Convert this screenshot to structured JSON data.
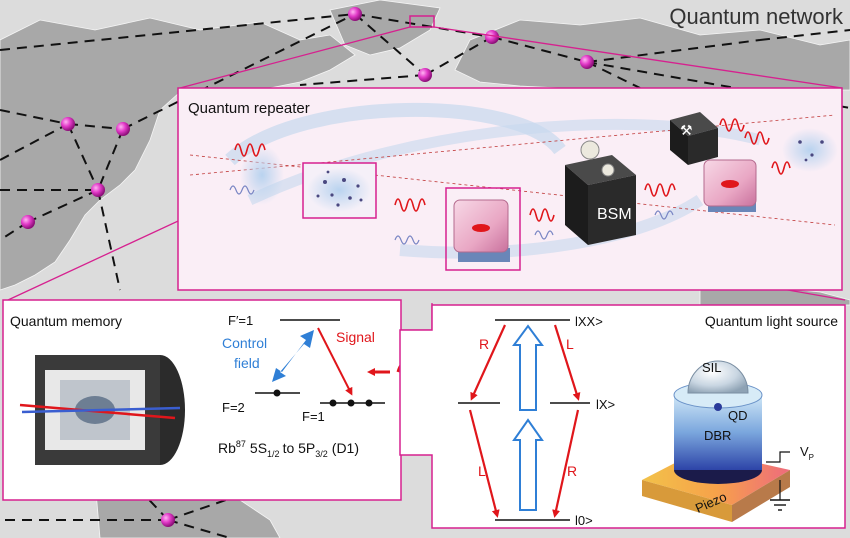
{
  "network": {
    "title": "Quantum network"
  },
  "repeater": {
    "title": "Quantum repeater",
    "bsm_label": "BSM"
  },
  "memory": {
    "title": "Quantum memory",
    "level_excited": "F′=1",
    "level_ground_2": "F=2",
    "level_ground_1": "F=1",
    "control_line1": "Control",
    "control_line2": "field",
    "signal_label": "Signal",
    "transition_prefix": "Rb",
    "transition_isotope": "87",
    "transition_from": "5S",
    "transition_from_sub": "1/2",
    "transition_to_word": "to 5P",
    "transition_to_sub": "3/2",
    "transition_line": "(D1)"
  },
  "cascade": {
    "level_xx": "lXX>",
    "level_x": "lX>",
    "level_0": "l0>",
    "upper_left_pol": "R",
    "upper_right_pol": "L",
    "lower_left_pol": "L",
    "lower_right_pol": "R"
  },
  "source": {
    "title": "Quantum light source",
    "sil_label": "SIL",
    "qd_label": "QD",
    "dbr_label": "DBR",
    "piezo_label": "Piezo",
    "voltage_label": "V",
    "voltage_sub": "P"
  },
  "colors": {
    "accent": "#d6218f",
    "node": "#e23ac8",
    "red": "#e0161b",
    "blue": "#2f7fd6"
  }
}
